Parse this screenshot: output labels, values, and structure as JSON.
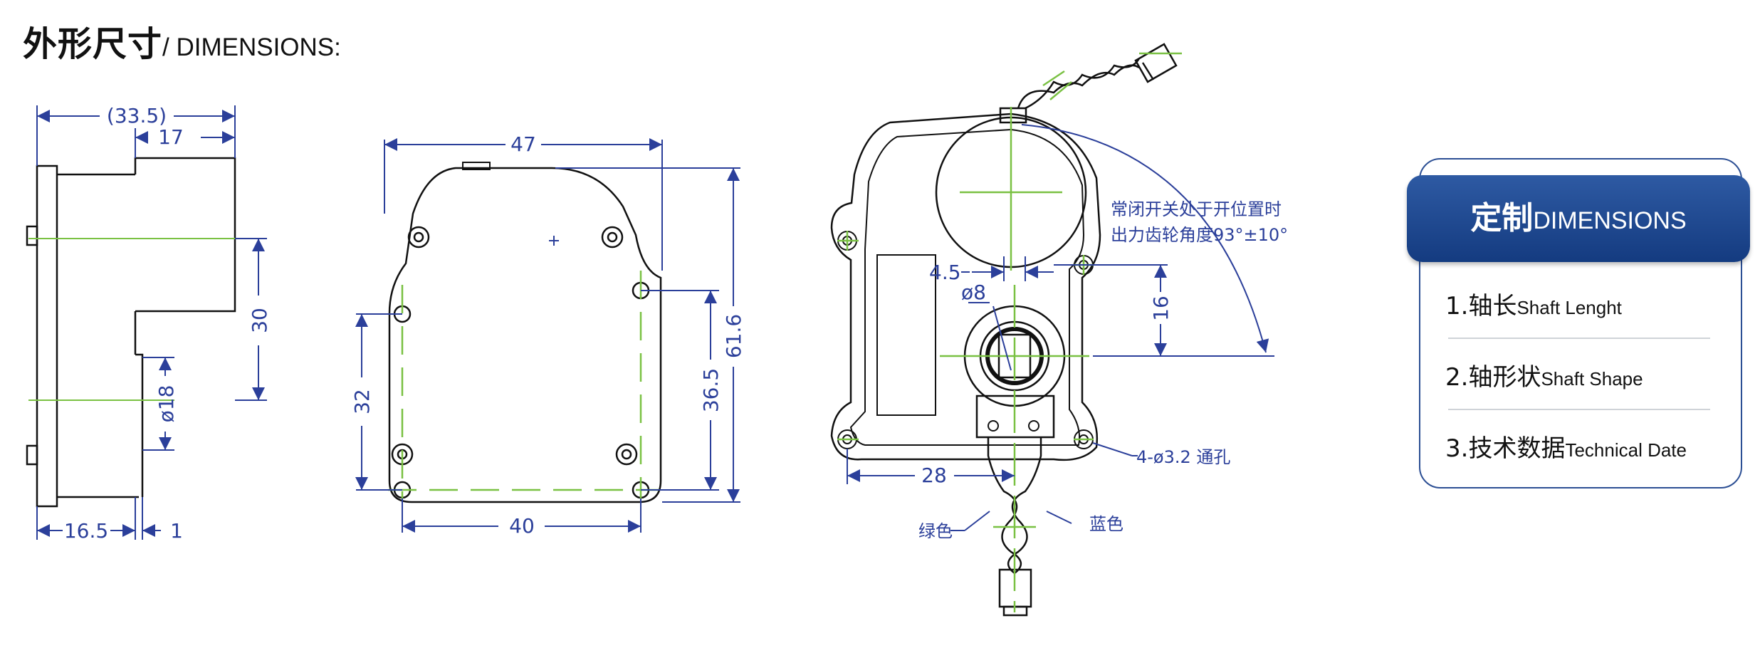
{
  "page": {
    "title_cn": "外形尺寸",
    "title_en": "/ DIMENSIONS:"
  },
  "drawing": {
    "side_view": {
      "d_335": "(33.5)",
      "d_17": "17",
      "d_30": "30",
      "d_18": "ø18",
      "d_165": "16.5",
      "d_1": "1"
    },
    "back_view": {
      "d_47": "47",
      "d_616": "61.6",
      "d_365": "36.5",
      "d_32": "32",
      "d_40": "40"
    },
    "front_view": {
      "d_45": "4.5",
      "d_8": "ø8",
      "d_16": "16",
      "d_28": "28",
      "note_line1": "常闭开关处于开位置时",
      "note_line2": "出力齿轮角度93°±10°",
      "holes": "4-ø3.2 通孔",
      "wire_green": "绿色",
      "wire_blue": "蓝色"
    }
  },
  "panel": {
    "header_cn": "定制",
    "header_en": "DIMENSIONS",
    "items": [
      {
        "cn": "1.轴长",
        "en": "Shaft Lenght"
      },
      {
        "cn": "2.轴形状",
        "en": "Shaft Shape"
      },
      {
        "cn": "3.技术数据",
        "en": "Technical Date"
      }
    ]
  },
  "colors": {
    "dimension_blue": "#2b3f9a",
    "center_green": "#7ac143",
    "panel_blue": "#1c4587"
  }
}
